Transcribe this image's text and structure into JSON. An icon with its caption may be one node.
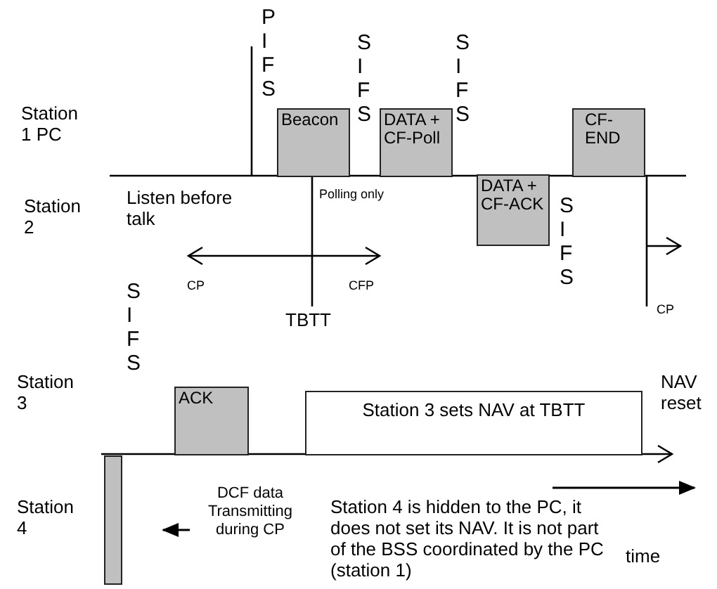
{
  "diagram": {
    "nodes": [
      {
        "text": [
          "Beacon"
        ]
      },
      {
        "text": [
          "DATA + CF-Poll"
        ]
      },
      {
        "text": [
          "CF-END"
        ]
      },
      {
        "text": [
          "DATA + CF-ACK"
        ]
      },
      {
        "text": [
          "ACK"
        ]
      },
      {
        "text": [
          "Station 3 sets NAV at TBTT"
        ]
      },
      {
        "text": [],
        "shape": "bar"
      }
    ],
    "labels": [
      "PIFS",
      "SIFS",
      "SIFS",
      "Station 1 PC",
      "Station 2",
      "Listen before talk",
      "Polling only",
      "SIFS",
      "CP",
      "CFP",
      "CP",
      "TBTT",
      "SIFS",
      "Station 3",
      "NAV reset",
      "Station 4",
      "DCF data Transmitting during CP",
      "Station 4 is hidden to the PC, it does not set its NAV. It is not part of the BSS coordinated by the PC (station 1)",
      "time"
    ]
  }
}
